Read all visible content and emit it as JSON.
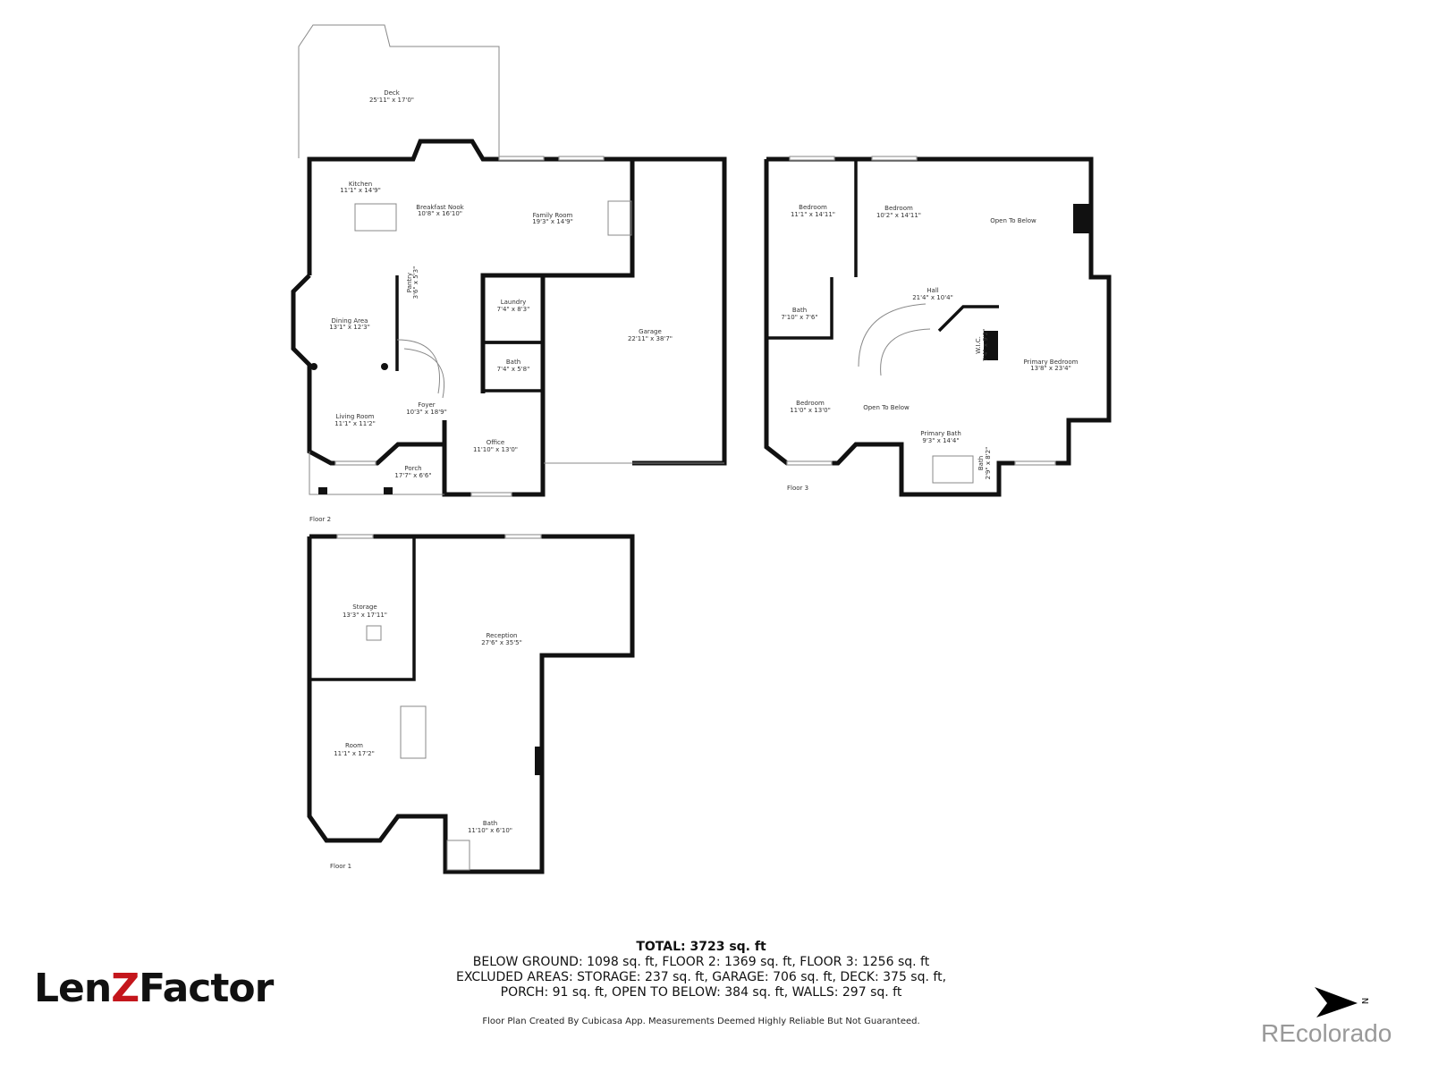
{
  "floor2": {
    "label": "Floor 2",
    "rooms": [
      {
        "name": "Deck",
        "size": "25'11\" x 17'0\""
      },
      {
        "name": "Kitchen",
        "size": "11'1\" x 14'9\""
      },
      {
        "name": "Breakfast Nook",
        "size": "10'8\" x 16'10\""
      },
      {
        "name": "Family Room",
        "size": "19'3\" x 14'9\""
      },
      {
        "name": "Pantry",
        "size": "3'6\" x 5'3\""
      },
      {
        "name": "Laundry",
        "size": "7'4\" x 8'3\""
      },
      {
        "name": "Dining Area",
        "size": "13'1\" x 12'3\""
      },
      {
        "name": "Garage",
        "size": "22'11\" x 38'7\""
      },
      {
        "name": "Bath",
        "size": "7'4\" x 5'8\""
      },
      {
        "name": "Foyer",
        "size": "10'3\" x 18'9\""
      },
      {
        "name": "Living Room",
        "size": "11'1\" x 11'2\""
      },
      {
        "name": "Office",
        "size": "11'10\" x 13'0\""
      },
      {
        "name": "Porch",
        "size": "17'7\" x 6'6\""
      }
    ]
  },
  "floor3": {
    "label": "Floor 3",
    "rooms": [
      {
        "name": "Bedroom",
        "size": "11'1\" x 14'11\""
      },
      {
        "name": "Bedroom",
        "size": "10'2\" x 14'11\""
      },
      {
        "name": "Open To Below",
        "size": ""
      },
      {
        "name": "Hall",
        "size": "21'4\" x 10'4\""
      },
      {
        "name": "Bath",
        "size": "7'10\" x 7'6\""
      },
      {
        "name": "W.I.C.",
        "size": "7'4\" x 9'2\""
      },
      {
        "name": "Primary Bedroom",
        "size": "13'8\" x 23'4\""
      },
      {
        "name": "Bedroom",
        "size": "11'0\" x 13'0\""
      },
      {
        "name": "Open To Below",
        "size": ""
      },
      {
        "name": "Primary Bath",
        "size": "9'3\" x 14'4\""
      },
      {
        "name": "Bath",
        "size": "2'9\" x 8'2\""
      }
    ]
  },
  "floor1": {
    "label": "Floor 1",
    "rooms": [
      {
        "name": "Storage",
        "size": "13'3\" x 17'11\""
      },
      {
        "name": "Reception",
        "size": "27'6\" x 35'5\""
      },
      {
        "name": "Room",
        "size": "11'1\" x 17'2\""
      },
      {
        "name": "Bath",
        "size": "11'10\" x 6'10\""
      }
    ]
  },
  "summary": {
    "total": "TOTAL: 3723 sq. ft",
    "line1": "BELOW GROUND: 1098 sq. ft, FLOOR 2: 1369 sq. ft, FLOOR 3: 1256 sq. ft",
    "line2": "EXCLUDED AREAS: STORAGE: 237 sq. ft, GARAGE: 706 sq. ft, DECK: 375 sq. ft,",
    "line3": "PORCH: 91 sq. ft, OPEN TO BELOW: 384 sq. ft, WALLS: 297 sq. ft",
    "disclaimer": "Floor Plan Created By Cubicasa App. Measurements Deemed Highly Reliable But Not Guaranteed."
  },
  "branding": {
    "logo_left": "Len",
    "logo_z": "Z",
    "logo_right": "Factor",
    "logo_accent": "#c4161c",
    "watermark": "REcolorado",
    "north_label": "N",
    "north_icon": "north-arrow-icon"
  }
}
